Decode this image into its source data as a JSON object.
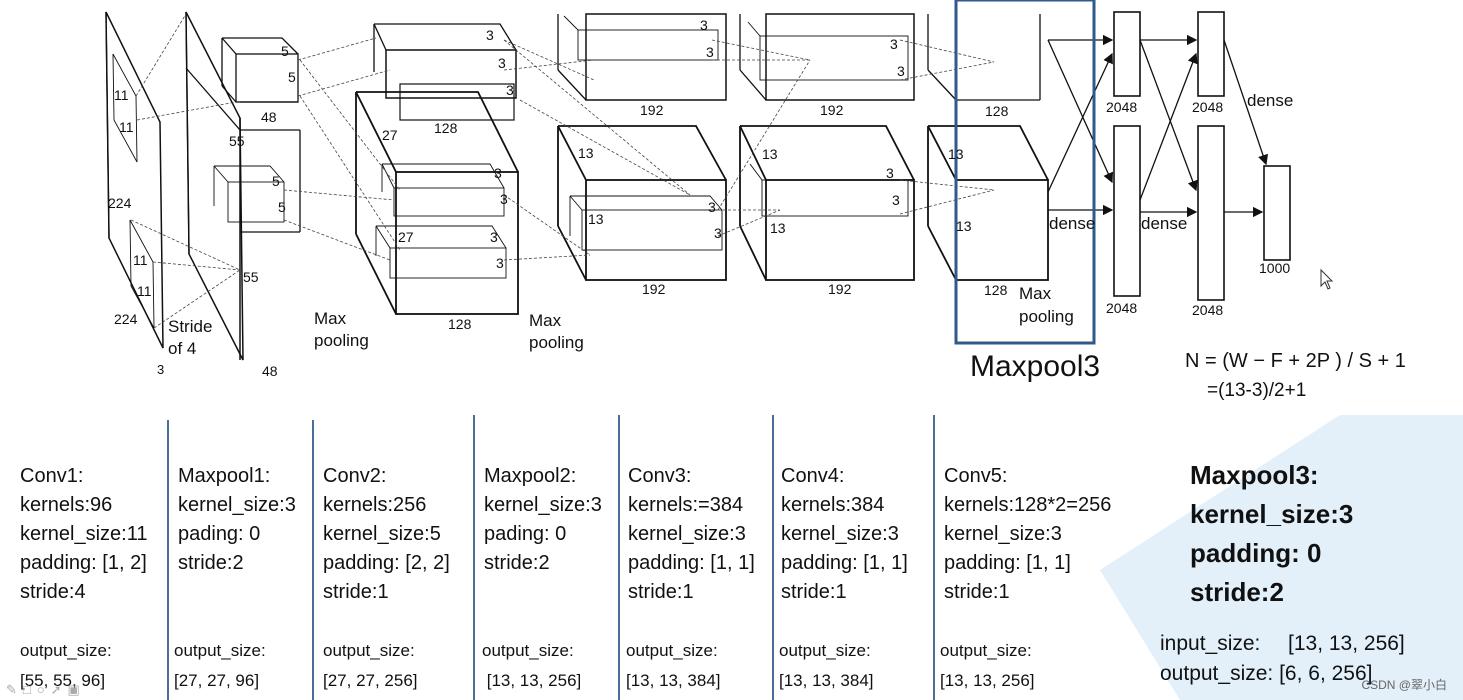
{
  "diagram": {
    "dims": {
      "in_224_a": "224",
      "in_224_b": "224",
      "in_3": "3",
      "k11_a": "11",
      "k11_b": "11",
      "k11_c": "11",
      "k11_d": "11",
      "c1_55_a": "55",
      "c1_55_b": "55",
      "c1_48_bottom": "48",
      "c1_48_top": "48",
      "c1_5_a": "5",
      "c1_5_b": "5",
      "c1_5_c": "5",
      "c1_5_d": "5",
      "stride_l1": "Stride",
      "stride_l2": "of 4",
      "c2_27_a": "27",
      "c2_27_b": "27",
      "c2_128_top": "128",
      "c2_128_bottom": "128",
      "c2_3_a": "3",
      "c2_3_b": "3",
      "c2_3_c": "3",
      "c2_3_d": "3",
      "c2_3_e": "3",
      "c2_3_f": "3",
      "c2_3_g": "3",
      "mp1_l1": "Max",
      "mp1_l2": "pooling",
      "mp2_l1": "Max",
      "mp2_l2": "pooling",
      "c3_13_a": "13",
      "c3_13_b": "13",
      "c3_192_top": "192",
      "c3_192_bottom": "192",
      "c3_3_a": "3",
      "c3_3_b": "3",
      "c3_3_c": "3",
      "c3_3_d": "3",
      "c4_13_a": "13",
      "c4_13_b": "13",
      "c4_192_top": "192",
      "c4_192_bottom": "192",
      "c4_3_a": "3",
      "c4_3_b": "3",
      "c4_3_c": "3",
      "c4_3_d": "3",
      "c5_13_a": "13",
      "c5_13_b": "13",
      "c5_128_top": "128",
      "c5_128_bottom": "128",
      "mp3_l1": "Max",
      "mp3_l2": "pooling",
      "fc_2048_a": "2048",
      "fc_2048_b": "2048",
      "fc_2048_c": "2048",
      "fc_2048_d": "2048",
      "fc_1000": "1000",
      "dense_a": "dense",
      "dense_b": "dense",
      "dense_c": "dense"
    },
    "highlight_label": "Maxpool3",
    "formula_line1": "N = (W − F + 2P ) / S + 1",
    "formula_line2": "=(13-3)/2+1",
    "highlight_color": "#2f5a8a"
  },
  "layers": [
    {
      "title": "Conv1:",
      "lines": [
        "kernels:96",
        "kernel_size:11",
        "padding: [1, 2]",
        "stride:4"
      ],
      "output_label": "output_size:",
      "output_value": "[55, 55, 96]"
    },
    {
      "title": "Maxpool1:",
      "lines": [
        "kernel_size:3",
        "pading: 0",
        "stride:2"
      ],
      "output_label": "output_size:",
      "output_value": "[27, 27, 96]"
    },
    {
      "title": "Conv2:",
      "lines": [
        "kernels:256",
        "kernel_size:5",
        "padding: [2, 2]",
        "stride:1"
      ],
      "output_label": "output_size:",
      "output_value": "[27, 27, 256]"
    },
    {
      "title": "Maxpool2:",
      "lines": [
        "kernel_size:3",
        "pading: 0",
        "stride:2"
      ],
      "output_label": "output_size:",
      "output_value": " [13, 13, 256]"
    },
    {
      "title": "Conv3:",
      "lines": [
        "kernels:=384",
        "kernel_size:3",
        "padding: [1, 1]",
        "stride:1"
      ],
      "output_label": "output_size:",
      "output_value": "[13, 13, 384]"
    },
    {
      "title": "Conv4:",
      "lines": [
        "kernels:384",
        "kernel_size:3",
        "padding: [1, 1]",
        "stride:1"
      ],
      "output_label": "output_size:",
      "output_value": "[13, 13, 384]"
    },
    {
      "title": "Conv5:",
      "lines": [
        "kernels:128*2=256",
        "kernel_size:3",
        "padding: [1, 1]",
        "stride:1"
      ],
      "output_label": "output_size:",
      "output_value": "[13, 13, 256]"
    }
  ],
  "maxpool3": {
    "title": "Maxpool3:",
    "kernel_size": "kernel_size:3",
    "padding": "padding: 0",
    "stride": "stride:2",
    "input_label": "input_size:",
    "input_value": "[13, 13, 256]",
    "output_label": "output_size:",
    "output_value": "[6, 6, 256]"
  },
  "watermark": "CSDN @翠小白"
}
